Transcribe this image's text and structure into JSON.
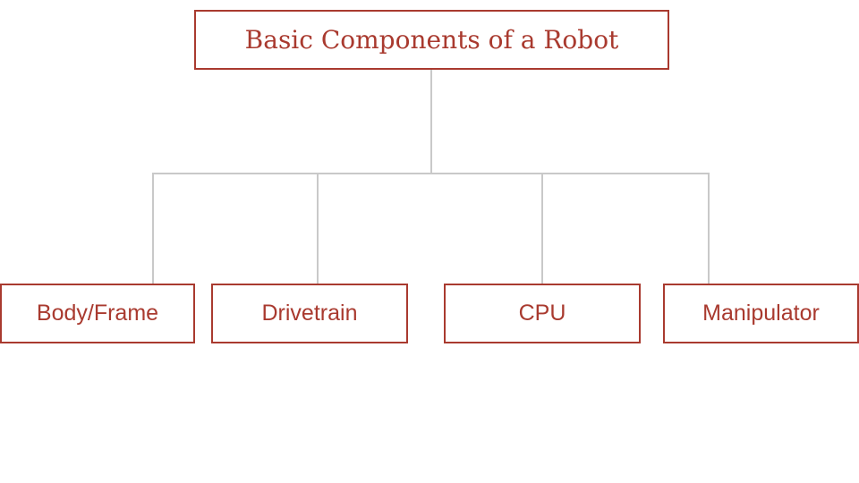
{
  "colors": {
    "accent": "#a93a2f",
    "connector": "#c9c9c9",
    "background": "#ffffff"
  },
  "root": {
    "label": "Basic Components of a Robot"
  },
  "children": [
    {
      "label": "Body/Frame"
    },
    {
      "label": "Drivetrain"
    },
    {
      "label": "CPU"
    },
    {
      "label": "Manipulator"
    }
  ]
}
